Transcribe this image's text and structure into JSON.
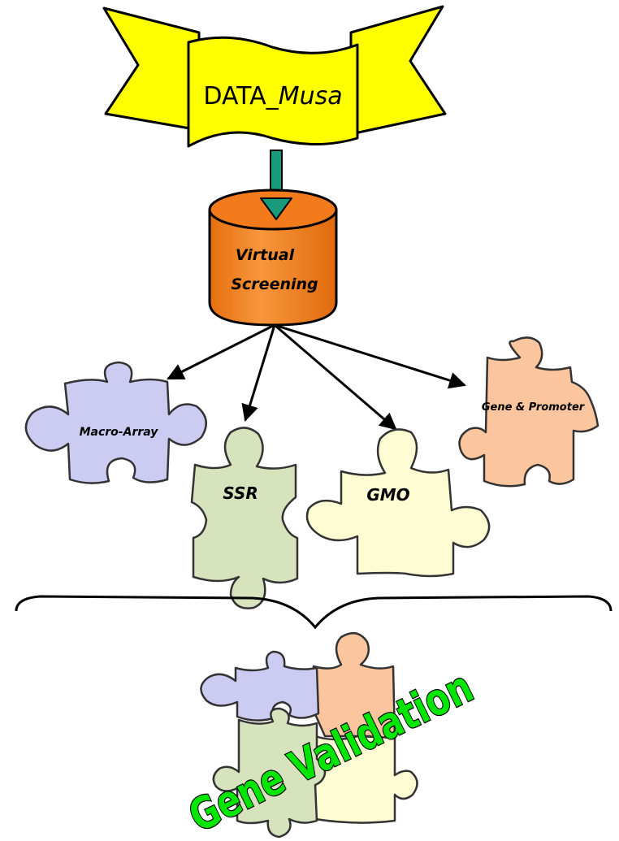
{
  "banner": {
    "text_plain": "DATA_",
    "text_italic": "Musa"
  },
  "database": {
    "line1": "Virtual",
    "line2": "Screening"
  },
  "pieces": [
    {
      "key": "macro",
      "label": "Macro-Array"
    },
    {
      "key": "ssr",
      "label": "SSR"
    },
    {
      "key": "gmo",
      "label": "GMO"
    },
    {
      "key": "gene",
      "label": "Gene & Promoter"
    }
  ],
  "result": {
    "label": "Gene Validation"
  },
  "colors": {
    "banner_fill": "#ffff00",
    "database_fill": "#f58a2c",
    "flow_arrow": "#1a9a7c",
    "macro_fill": "#cccbf2",
    "ssr_fill": "#d6e3bc",
    "gmo_fill": "#fdfcd2",
    "gene_fill": "#fbc59d",
    "result_text": "#00e600"
  }
}
